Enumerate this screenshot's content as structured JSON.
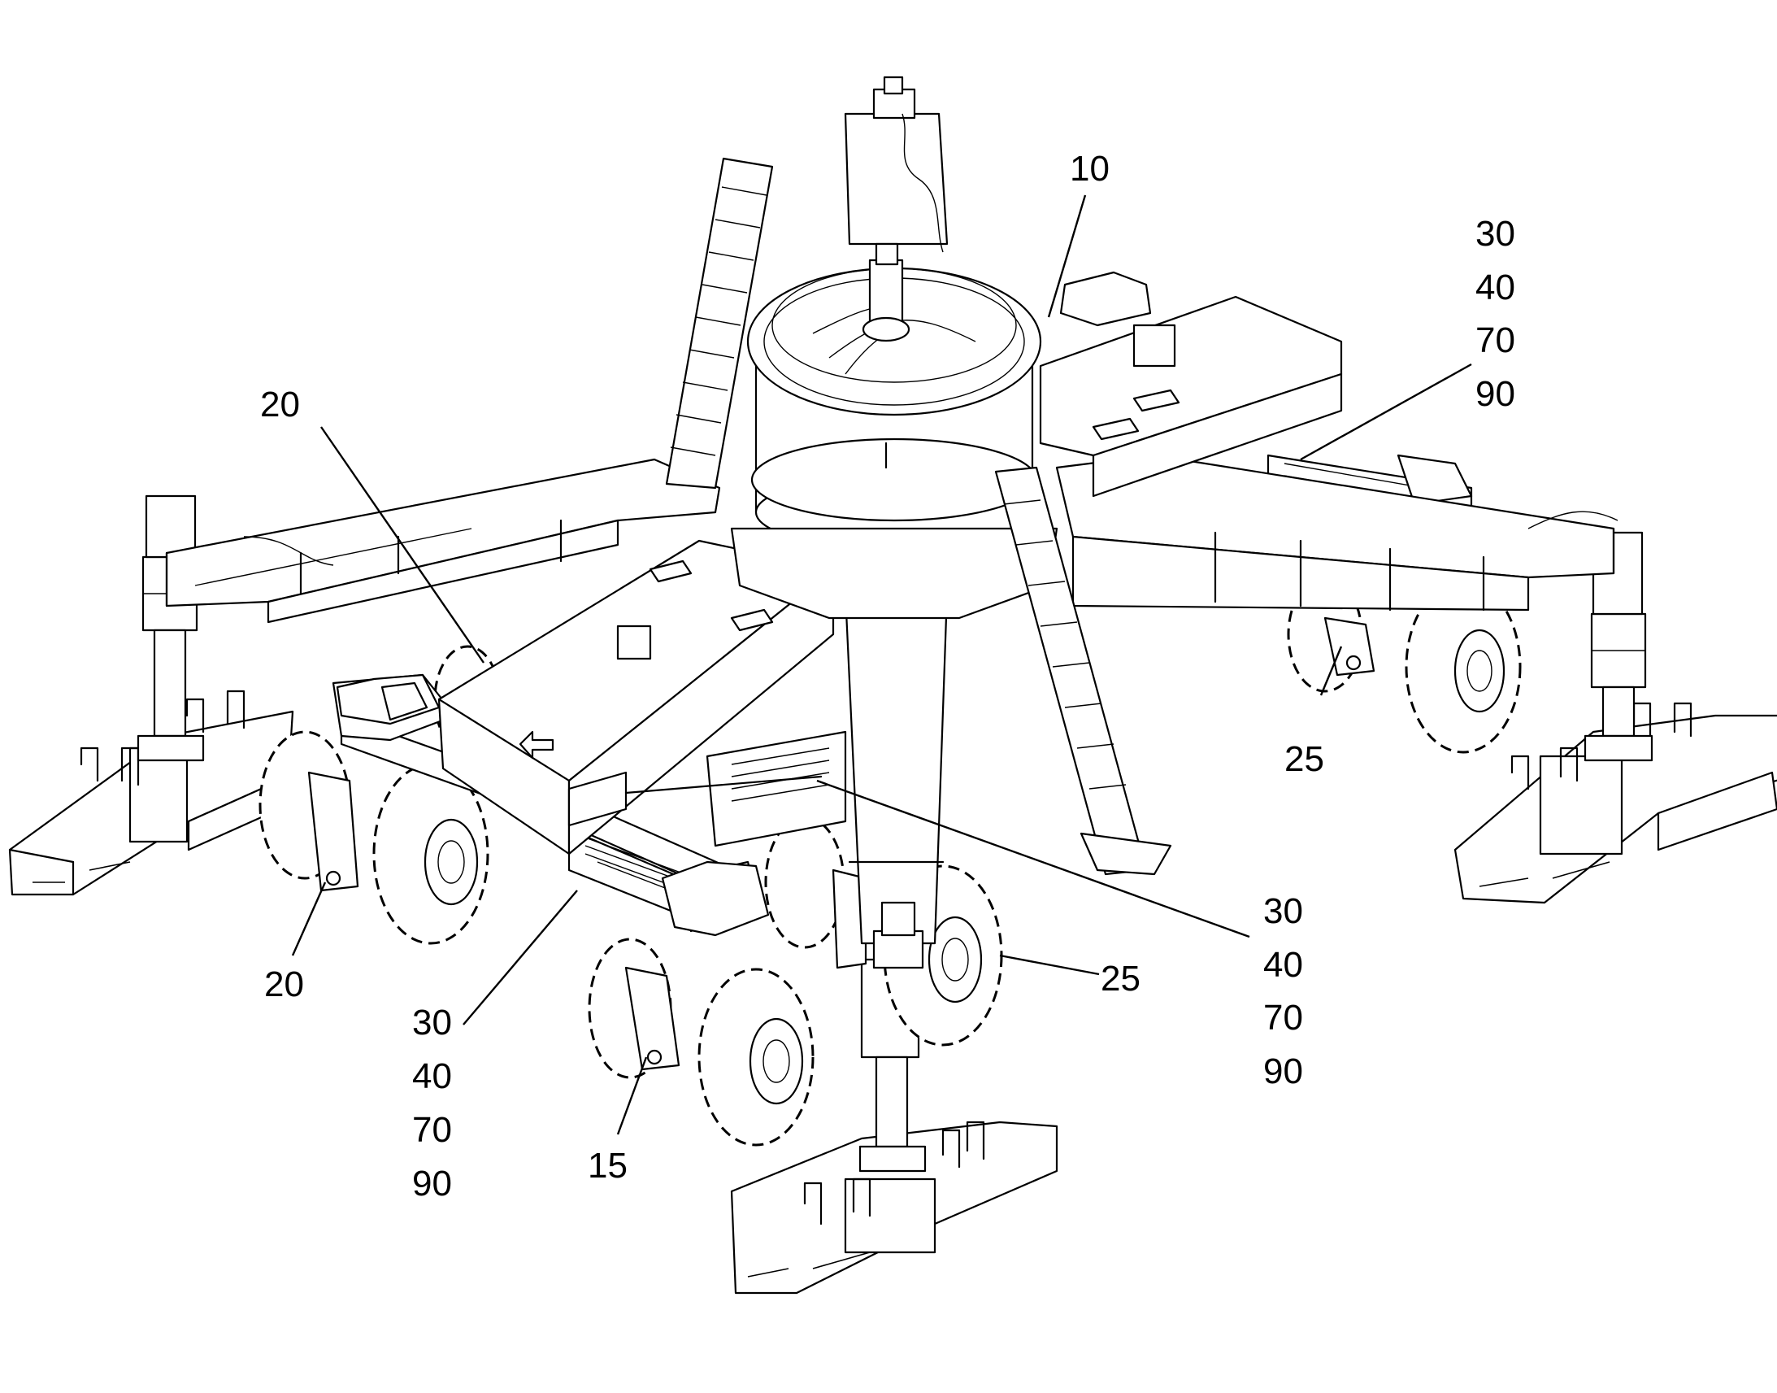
{
  "labels": {
    "l10": "10",
    "l20a": "20",
    "l20b": "20",
    "l25a": "25",
    "l25b": "25",
    "l15": "15",
    "groupRight": [
      "30",
      "40",
      "70",
      "90"
    ],
    "groupMid": [
      "30",
      "40",
      "70",
      "90"
    ],
    "groupLeft": [
      "30",
      "40",
      "70",
      "90"
    ]
  }
}
